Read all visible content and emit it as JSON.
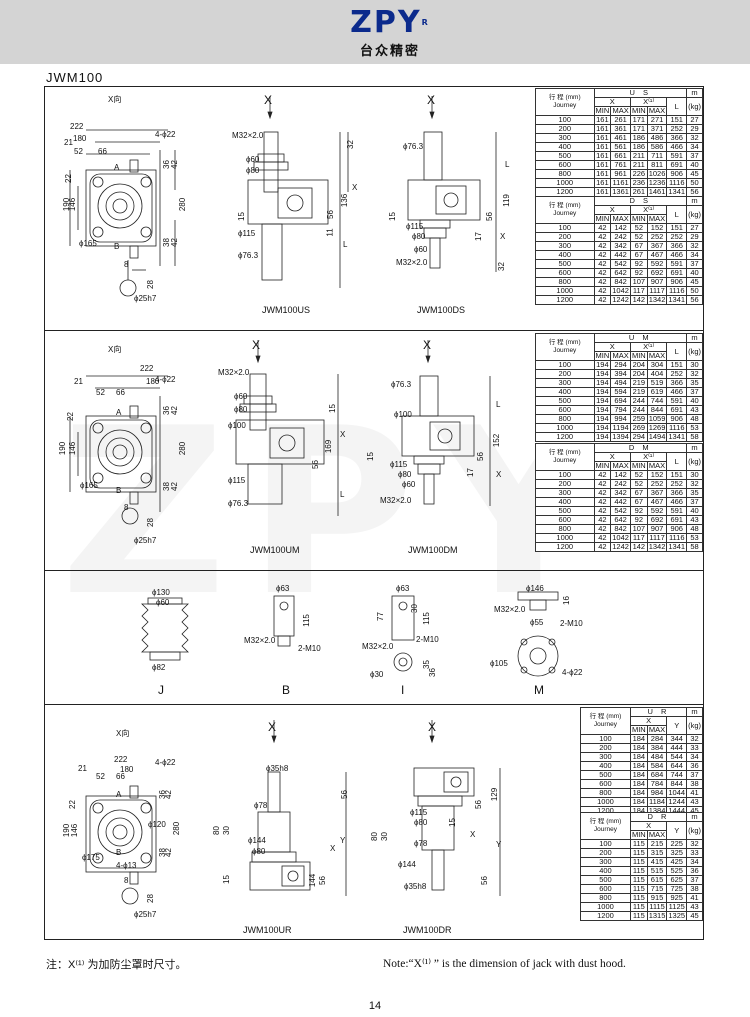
{
  "header": {
    "brand": "ZPY",
    "reg": "R",
    "brand_cn": "台众精密"
  },
  "model": "JWM100",
  "watermark": "ZPY",
  "note_cn": "注：X⁽¹⁾ 为加防尘罩时尺寸。",
  "note_en": "Note:“X⁽¹⁾ ” is the dimension of jack with dust hood.",
  "page": "14",
  "common_head": {
    "travel": "行 程 (mm) Journey",
    "min": "MIN",
    "max": "MAX",
    "x": "X",
    "x1": "X⁽¹⁾",
    "l": "L",
    "y": "Y",
    "wt": "(kg)",
    "wt_sym": "m"
  },
  "tables": {
    "us": {
      "title": "U S",
      "rows": [
        [
          "100",
          "161",
          "261",
          "171",
          "271",
          "151",
          "27"
        ],
        [
          "200",
          "161",
          "361",
          "171",
          "371",
          "252",
          "29"
        ],
        [
          "300",
          "161",
          "461",
          "186",
          "486",
          "366",
          "32"
        ],
        [
          "400",
          "161",
          "561",
          "186",
          "586",
          "466",
          "34"
        ],
        [
          "500",
          "161",
          "661",
          "211",
          "711",
          "591",
          "37"
        ],
        [
          "600",
          "161",
          "761",
          "211",
          "811",
          "691",
          "40"
        ],
        [
          "800",
          "161",
          "961",
          "226",
          "1026",
          "906",
          "45"
        ],
        [
          "1000",
          "161",
          "1161",
          "236",
          "1236",
          "1116",
          "50"
        ],
        [
          "1200",
          "161",
          "1361",
          "261",
          "1461",
          "1341",
          "56"
        ]
      ]
    },
    "ds": {
      "title": "D S",
      "rows": [
        [
          "100",
          "42",
          "142",
          "52",
          "152",
          "151",
          "27"
        ],
        [
          "200",
          "42",
          "242",
          "52",
          "252",
          "252",
          "29"
        ],
        [
          "300",
          "42",
          "342",
          "67",
          "367",
          "366",
          "32"
        ],
        [
          "400",
          "42",
          "442",
          "67",
          "467",
          "466",
          "34"
        ],
        [
          "500",
          "42",
          "542",
          "92",
          "592",
          "591",
          "37"
        ],
        [
          "600",
          "42",
          "642",
          "92",
          "692",
          "691",
          "40"
        ],
        [
          "800",
          "42",
          "842",
          "107",
          "907",
          "906",
          "45"
        ],
        [
          "1000",
          "42",
          "1042",
          "117",
          "1117",
          "1116",
          "50"
        ],
        [
          "1200",
          "42",
          "1242",
          "142",
          "1342",
          "1341",
          "56"
        ]
      ]
    },
    "um": {
      "title": "U M",
      "rows": [
        [
          "100",
          "194",
          "294",
          "204",
          "304",
          "151",
          "30"
        ],
        [
          "200",
          "194",
          "394",
          "204",
          "404",
          "252",
          "32"
        ],
        [
          "300",
          "194",
          "494",
          "219",
          "519",
          "366",
          "35"
        ],
        [
          "400",
          "194",
          "594",
          "219",
          "619",
          "466",
          "37"
        ],
        [
          "500",
          "194",
          "694",
          "244",
          "744",
          "591",
          "40"
        ],
        [
          "600",
          "194",
          "794",
          "244",
          "844",
          "691",
          "43"
        ],
        [
          "800",
          "194",
          "994",
          "259",
          "1059",
          "906",
          "48"
        ],
        [
          "1000",
          "194",
          "1194",
          "269",
          "1269",
          "1116",
          "53"
        ],
        [
          "1200",
          "194",
          "1394",
          "294",
          "1494",
          "1341",
          "58"
        ]
      ]
    },
    "dm": {
      "title": "D M",
      "rows": [
        [
          "100",
          "42",
          "142",
          "52",
          "152",
          "151",
          "30"
        ],
        [
          "200",
          "42",
          "242",
          "52",
          "252",
          "252",
          "32"
        ],
        [
          "300",
          "42",
          "342",
          "67",
          "367",
          "366",
          "35"
        ],
        [
          "400",
          "42",
          "442",
          "67",
          "467",
          "466",
          "37"
        ],
        [
          "500",
          "42",
          "542",
          "92",
          "592",
          "591",
          "40"
        ],
        [
          "600",
          "42",
          "642",
          "92",
          "692",
          "691",
          "43"
        ],
        [
          "800",
          "42",
          "842",
          "107",
          "907",
          "906",
          "48"
        ],
        [
          "1000",
          "42",
          "1042",
          "117",
          "1117",
          "1116",
          "53"
        ],
        [
          "1200",
          "42",
          "1242",
          "142",
          "1342",
          "1341",
          "58"
        ]
      ]
    },
    "ur": {
      "title": "U R",
      "rows": [
        [
          "100",
          "184",
          "284",
          "344",
          "32"
        ],
        [
          "200",
          "184",
          "384",
          "444",
          "33"
        ],
        [
          "300",
          "184",
          "484",
          "544",
          "34"
        ],
        [
          "400",
          "184",
          "584",
          "644",
          "36"
        ],
        [
          "500",
          "184",
          "684",
          "744",
          "37"
        ],
        [
          "600",
          "184",
          "784",
          "844",
          "38"
        ],
        [
          "800",
          "184",
          "984",
          "1044",
          "41"
        ],
        [
          "1000",
          "184",
          "1184",
          "1244",
          "43"
        ],
        [
          "1200",
          "184",
          "1384",
          "1444",
          "45"
        ]
      ]
    },
    "dr": {
      "title": "D R",
      "rows": [
        [
          "100",
          "115",
          "215",
          "225",
          "32"
        ],
        [
          "200",
          "115",
          "315",
          "325",
          "33"
        ],
        [
          "300",
          "115",
          "415",
          "425",
          "34"
        ],
        [
          "400",
          "115",
          "515",
          "525",
          "36"
        ],
        [
          "500",
          "115",
          "615",
          "625",
          "37"
        ],
        [
          "600",
          "115",
          "715",
          "725",
          "38"
        ],
        [
          "800",
          "115",
          "915",
          "925",
          "41"
        ],
        [
          "1000",
          "115",
          "1115",
          "1125",
          "43"
        ],
        [
          "1200",
          "115",
          "1315",
          "1325",
          "45"
        ]
      ]
    }
  },
  "drawings": {
    "xdir": "X向",
    "xarrow": "X",
    "top_dims": {
      "d222": "222",
      "d180": "180",
      "d21": "21",
      "d52": "52",
      "d66": "66",
      "holes": "4-ϕ22",
      "d190": "190",
      "d146": "146",
      "d22": "22",
      "d280": "280",
      "d36": "36",
      "d42": "42",
      "d38": "38",
      "d165": "ϕ165",
      "a": "A",
      "b": "B",
      "key8": "8",
      "key28": "28",
      "shaft": "ϕ25h7"
    },
    "us": {
      "caption": "JWM100US",
      "m32": "M32×2.0",
      "d60": "ϕ60",
      "d80": "ϕ80",
      "d15": "15",
      "d115": "ϕ115",
      "d763": "ϕ76.3",
      "d32": "32",
      "d136": "136",
      "d56": "56",
      "d11": "11",
      "x": "X",
      "l": "L"
    },
    "ds": {
      "caption": "JWM100DS",
      "d763": "ϕ76.3",
      "d115": "ϕ115",
      "d80": "ϕ80",
      "d60": "ϕ60",
      "d15": "15",
      "d119": "119",
      "d56": "56",
      "d17": "17",
      "m32": "M32×2.0",
      "d32": "32",
      "x": "X",
      "l": "L"
    },
    "um": {
      "caption": "JWM100UM",
      "m32": "M32×2.0",
      "d60": "ϕ60",
      "d80": "ϕ80",
      "d100": "ϕ100",
      "d115": "ϕ115",
      "d763": "ϕ76.3",
      "d15": "15",
      "d169": "169",
      "d56": "56",
      "x": "X",
      "l": "L"
    },
    "dm": {
      "caption": "JWM100DM",
      "d763": "ϕ76.3",
      "d100": "ϕ100",
      "d115": "ϕ115",
      "d80": "ϕ80",
      "d60": "ϕ60",
      "d152": "152",
      "d56": "56",
      "d17": "17",
      "d15": "15",
      "m32": "M32×2.0",
      "x": "X",
      "l": "L"
    },
    "acc": {
      "j": {
        "label": "J",
        "d130": "ϕ130",
        "d60": "ϕ60",
        "d82": "ϕ82"
      },
      "b": {
        "label": "B",
        "d63": "ϕ63",
        "d115": "115",
        "m32": "M32×2.0",
        "m10": "2-M10"
      },
      "i": {
        "label": "I",
        "d63": "ϕ63",
        "d77": "77",
        "d30": "30",
        "d115": "115",
        "m32": "M32×2.0",
        "m10": "2-M10",
        "d30b": "ϕ30",
        "d35": "35",
        "d36": "36"
      },
      "m": {
        "label": "M",
        "d146": "ϕ146",
        "d16": "16",
        "m32": "M32×2.0",
        "d55": "ϕ55",
        "m10": "2-M10",
        "d105": "ϕ105",
        "holes": "4-ϕ22"
      }
    },
    "ur": {
      "caption": "JWM100UR",
      "d35h8": "ϕ35h8",
      "d78": "ϕ78",
      "d80": "80",
      "d30": "30",
      "d144": "ϕ144",
      "d80b": "ϕ80",
      "d15": "15",
      "d144b": "144",
      "d56": "56",
      "y": "Y",
      "x": "X"
    },
    "dr": {
      "caption": "JWM100DR",
      "d115": "ϕ115",
      "d80": "ϕ80",
      "d78": "ϕ78",
      "d30": "30",
      "d80b": "80",
      "d144": "ϕ144",
      "d35h8": "ϕ35h8",
      "d129": "129",
      "d56": "56",
      "d15": "15",
      "x": "X",
      "y": "Y"
    },
    "bottom_top": {
      "d120": "ϕ120",
      "d175": "ϕ175",
      "holes13": "4-ϕ13"
    }
  },
  "colors": {
    "header_bg": "#d4d4d4",
    "brand": "#0b2a8c",
    "line": "#222222"
  }
}
